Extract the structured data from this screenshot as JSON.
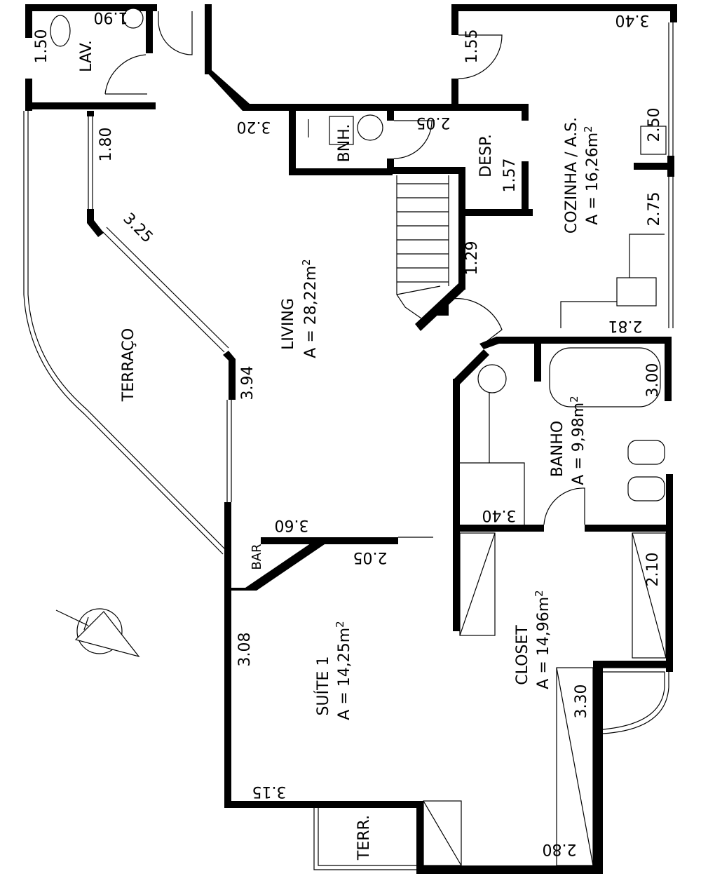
{
  "rooms": {
    "lav": "LAV.",
    "bnh": "BNH.",
    "desp": "DESP.",
    "cozinha_name": "COZINHA / A.S.",
    "cozinha_area": "A = 16,26m",
    "living_name": "LIVING",
    "living_area": "A = 28,22m",
    "terraco": "TERRAÇO",
    "banho_name": "BANHO",
    "banho_area": "A = 9,98m",
    "bar": "BAR",
    "suite_name": "SUÍTE 1",
    "suite_area": "A = 14,25m",
    "closet_name": "CLOSET",
    "closet_area": "A = 14,96m",
    "terr": "TERR.",
    "sq": "2"
  },
  "dimensions": {
    "lav_h": "1.50",
    "lav_w": "1.90",
    "k_door": "1.55",
    "k_top": "3.40",
    "hall": "3.20",
    "bnh_w": "2.05",
    "terrace_wall": "1.80",
    "k_250": "2.50",
    "desp": "1.57",
    "k_275": "2.75",
    "diag": "3.25",
    "stair": "1.29",
    "k_281": "2.81",
    "banho_300": "3.00",
    "living_wall": "3.94",
    "banho_340": "3.40",
    "bar_360": "3.60",
    "bar_205": "2.05",
    "closet_210": "2.10",
    "suite_308": "3.08",
    "closet_330": "3.30",
    "suite_315": "3.15",
    "closet_280": "2.80"
  }
}
